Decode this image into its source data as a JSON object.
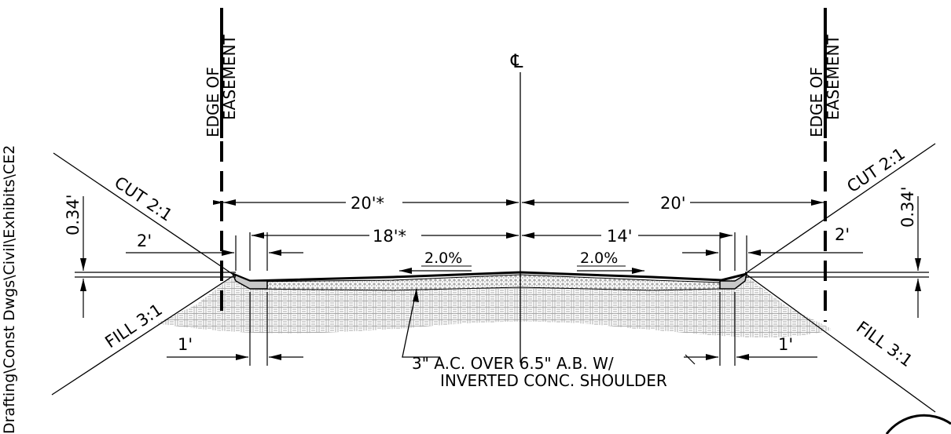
{
  "margin_text": "Drafting\\Const Dwgs\\Civil\\Exhibits\\CE2",
  "centerline_symbol": "℄",
  "easement_left": {
    "line1": "EDGE OF",
    "line2": "EASEMENT"
  },
  "easement_right": {
    "line1": "EDGE OF",
    "line2": "EASEMENT"
  },
  "dimensions": {
    "left_half_width": "20'*",
    "right_half_width": "20'",
    "left_paved_width": "18'*",
    "right_paved_width": "14'",
    "left_shoulder_top": "2'",
    "right_shoulder_top": "2'",
    "left_shoulder_bottom": "1'",
    "right_shoulder_bottom": "1'",
    "left_curb_height": "0.34'",
    "right_curb_height": "0.34'"
  },
  "slopes": {
    "left_cross_slope": "2.0%",
    "right_cross_slope": "2.0%",
    "left_cut": "CUT 2:1",
    "right_cut": "CUT 2:1",
    "left_fill": "FILL 3:1",
    "right_fill": "FILL 3:1"
  },
  "pavement_note": {
    "line1": "3\" A.C. OVER 6.5\" A.B. W/",
    "line2": "INVERTED CONC. SHOULDER"
  },
  "colors": {
    "ink": "#000000",
    "hatch": "#9a9a9a",
    "background": "#ffffff"
  }
}
